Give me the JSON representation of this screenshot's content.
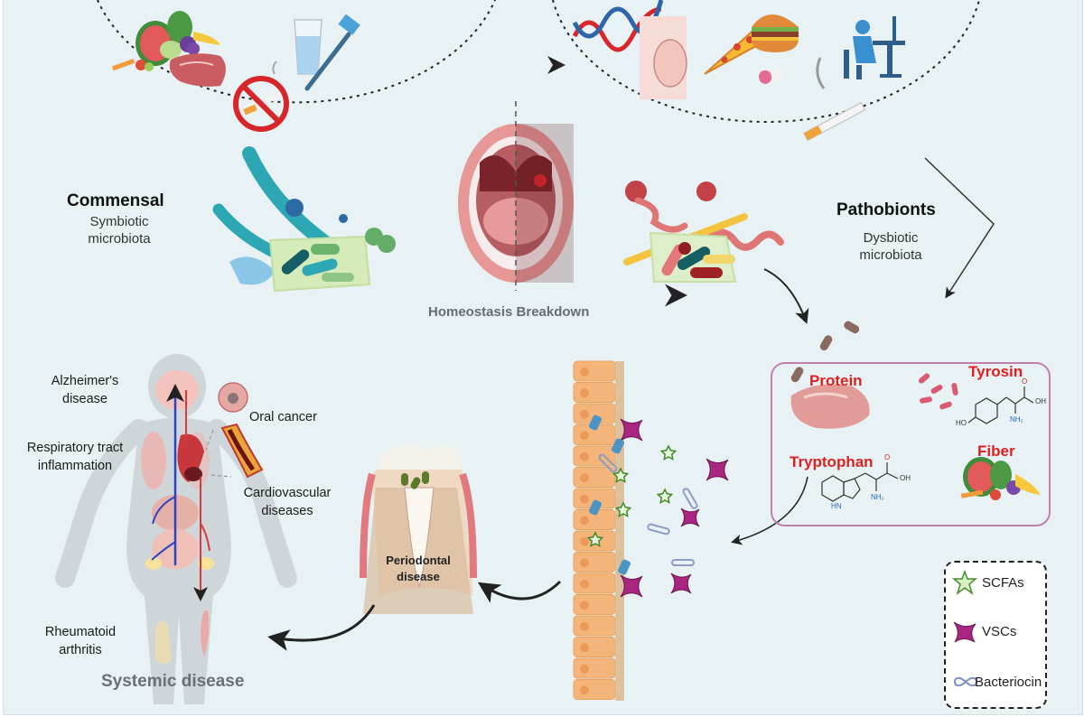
{
  "figure": {
    "top_left_factors": [
      "balanced-diet",
      "no-smoking",
      "water",
      "toothbrush"
    ],
    "top_right_factors": [
      "genetics-dna",
      "pregnancy",
      "junk-food",
      "medication-pill",
      "smoking",
      "stress"
    ],
    "commensal": {
      "title": "Commensal",
      "subtitle_line1": "Symbiotic",
      "subtitle_line2": "microbiota"
    },
    "pathobionts": {
      "title": "Pathobionts",
      "subtitle_line1": "Dysbiotic",
      "subtitle_line2": "microbiota"
    },
    "homeostasis_label": "Homeostasis Breakdown",
    "nutrients": {
      "protein": "Protein",
      "tyrosin": "Tyrosin",
      "tryptophan": "Tryptophan",
      "fiber": "Fiber",
      "tyrosin_formula": {
        "oh": "OH",
        "ho": "HO",
        "nh2": "NH₂",
        "o": "O"
      },
      "tryptophan_formula": {
        "oh": "OH",
        "hn": "HN",
        "nh2": "NH₂",
        "o": "O"
      }
    },
    "periodontal": {
      "line1": "Periodontal",
      "line2": "disease"
    },
    "systemic": {
      "title": "Systemic disease",
      "alzheimers_line1": "Alzheimer's",
      "alzheimers_line2": "disease",
      "oral_cancer": "Oral cancer",
      "respiratory_line1": "Respiratory tract",
      "respiratory_line2": "inflammation",
      "cardio_line1": "Cardiovascular",
      "cardio_line2": "diseases",
      "rheumatoid_line1": "Rheumatoid",
      "rheumatoid_line2": "arthritis"
    },
    "legend": [
      {
        "label": "SCFAs",
        "icon": "scfa-star-icon",
        "color": "#9ccb7a"
      },
      {
        "label": "VSCs",
        "icon": "vsc-star-icon",
        "color": "#a8267f"
      },
      {
        "label": "Bacteriocin",
        "icon": "bacteriocin-icon",
        "color": "#8c9bc8"
      }
    ],
    "colors": {
      "background": "#e8f2f4",
      "nutrient_red": "#e0201f",
      "box_border": "#c27fae",
      "epithelium": "#f4b57a",
      "vsc": "#a8267f",
      "scfa": "#9ccb7a"
    }
  }
}
